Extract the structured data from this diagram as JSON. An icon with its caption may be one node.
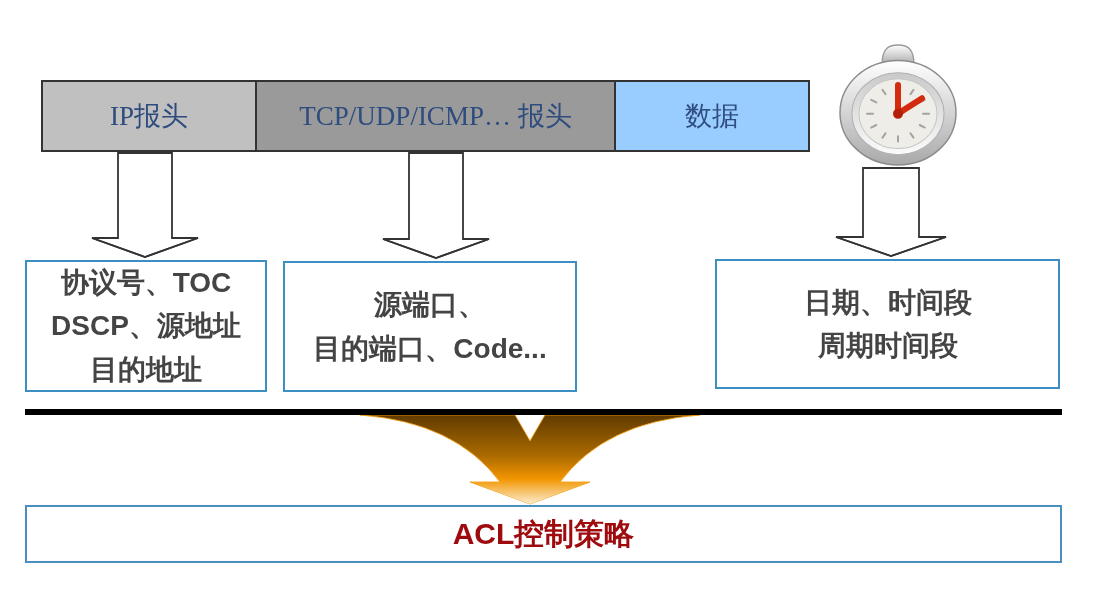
{
  "diagram": {
    "nodes": [
      {
        "text": [
          "IP报头"
        ]
      },
      {
        "text": [
          "TCP/UDP/ICMP… 报头"
        ]
      },
      {
        "text": [
          "数据"
        ]
      },
      {
        "text": [],
        "shape": "picture"
      },
      {
        "text": [
          "协议号、TOC DSCP、源地址目的地址"
        ]
      },
      {
        "text": [
          "源端口、目的端口、Code..."
        ]
      },
      {
        "text": [
          "日期、时间段周期时间段"
        ]
      },
      {
        "text": [],
        "shape": "bar"
      },
      {
        "text": [
          "ACL控制策略"
        ]
      }
    ],
    "edges": [
      {
        "from": 0,
        "to": 4,
        "arrow": "to"
      },
      {
        "from": 1,
        "to": 5,
        "arrow": "to"
      },
      {
        "from": 3,
        "to": 6,
        "arrow": "to"
      },
      {
        "from": 7,
        "to": 8,
        "arrow": "to",
        "color": "#f29600"
      }
    ]
  }
}
